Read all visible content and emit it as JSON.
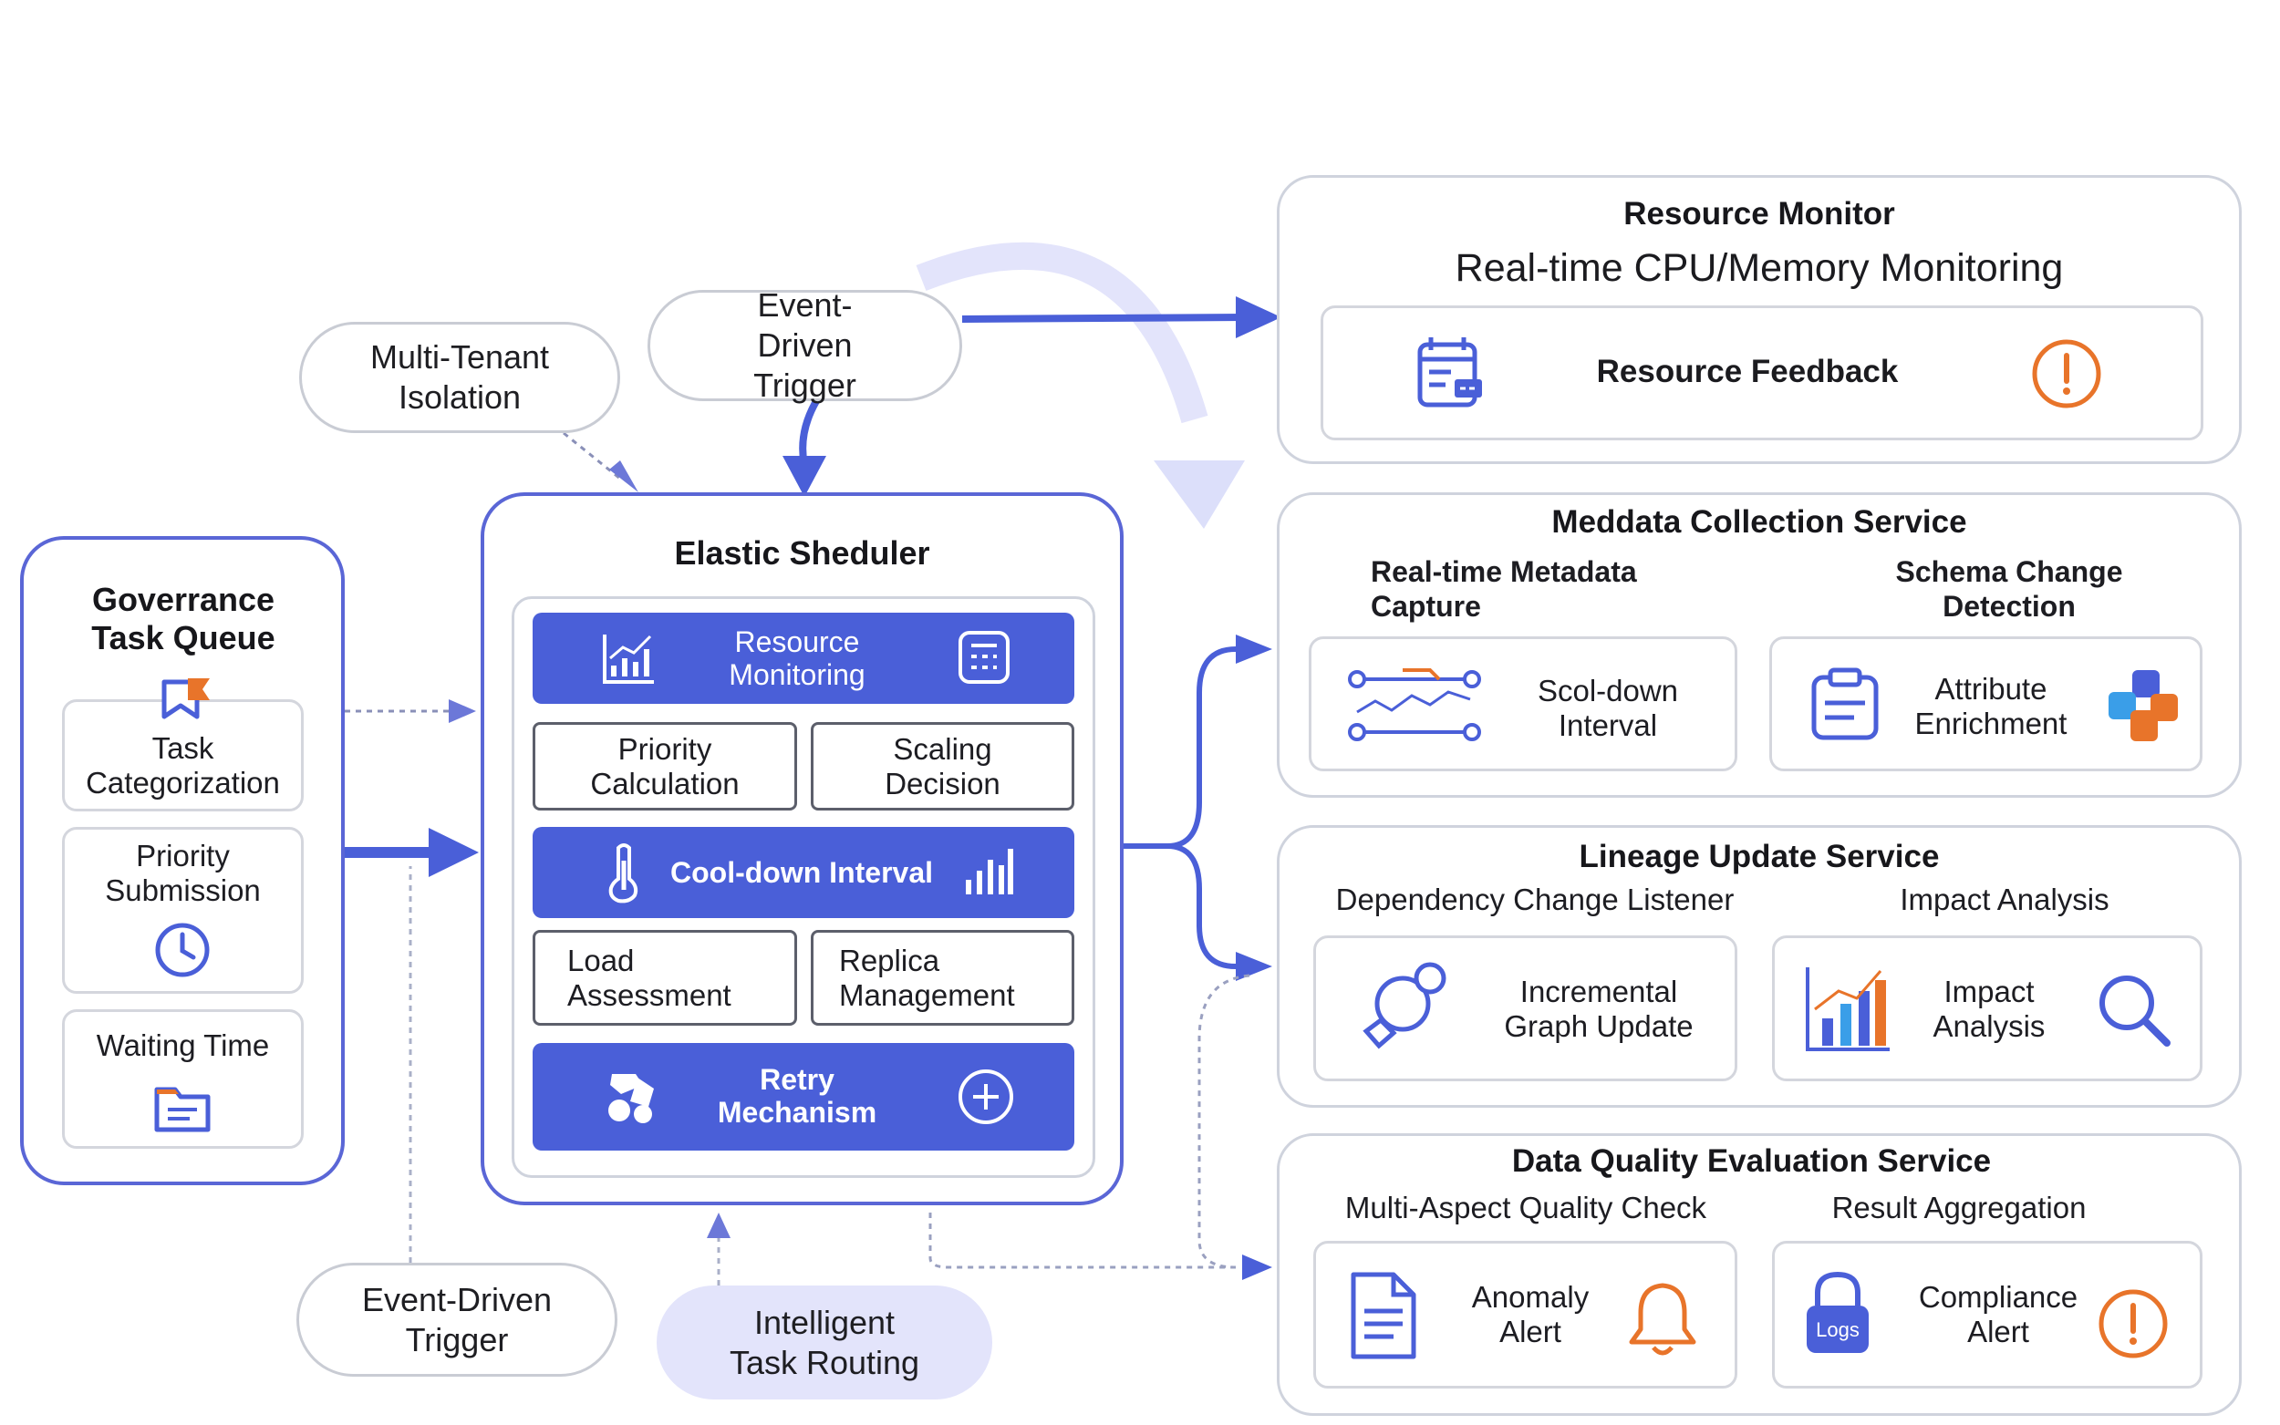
{
  "colors": {
    "accent": "#4a5fd8",
    "frame": "#5a66d6",
    "orange": "#e8742a",
    "soft": "#e3e4fb"
  },
  "pills": {
    "multi_tenant": "Multi-Tenant Isolation",
    "event_top": "Event-Driven Trigger",
    "event_bottom": "Event-Driven Trigger",
    "routing": "Intelligent Task Routing"
  },
  "queue": {
    "title": "Goverrance Task Queue",
    "items": [
      {
        "label": "Task Categorization",
        "icon": "flag-icon"
      },
      {
        "label": "Priority Submission",
        "icon": "clock-icon"
      },
      {
        "label": "Waiting Time",
        "icon": "folder-icon"
      }
    ]
  },
  "scheduler": {
    "title": "Elastic Sheduler",
    "resource_monitoring": "Resource Monitoring",
    "priority_calc": "Priority Calculation",
    "scaling_decision": "Scaling Decision",
    "cooldown": "Cool-down Interval",
    "load_assessment": "Load Assessment",
    "replica_management": "Replica Management",
    "retry": "Retry Mechanism"
  },
  "resource_monitor": {
    "title": "Resource Monitor",
    "subtitle": "Real-time CPU/Memory Monitoring",
    "feedback": "Resource Feedback"
  },
  "metadata": {
    "title": "Meddata Collection Service",
    "left_heading": "Real-time Metadata Capture",
    "right_heading": "Schema Change Detection",
    "left_card": "Scol-down Interval",
    "right_card": "Attribute Enrichment"
  },
  "lineage": {
    "title": "Lineage Update Service",
    "left_heading": "Dependency Change Listener",
    "right_heading": "Impact Analysis",
    "left_card": "Incremental Graph Update",
    "right_card": "Impact Analysis"
  },
  "quality": {
    "title": "Data Quality Evaluation Service",
    "left_heading": "Multi-Aspect Quality Check",
    "right_heading": "Result Aggregation",
    "left_card": "Anomaly Alert",
    "right_card": "Compliance Alert",
    "logs_badge": "Logs"
  }
}
